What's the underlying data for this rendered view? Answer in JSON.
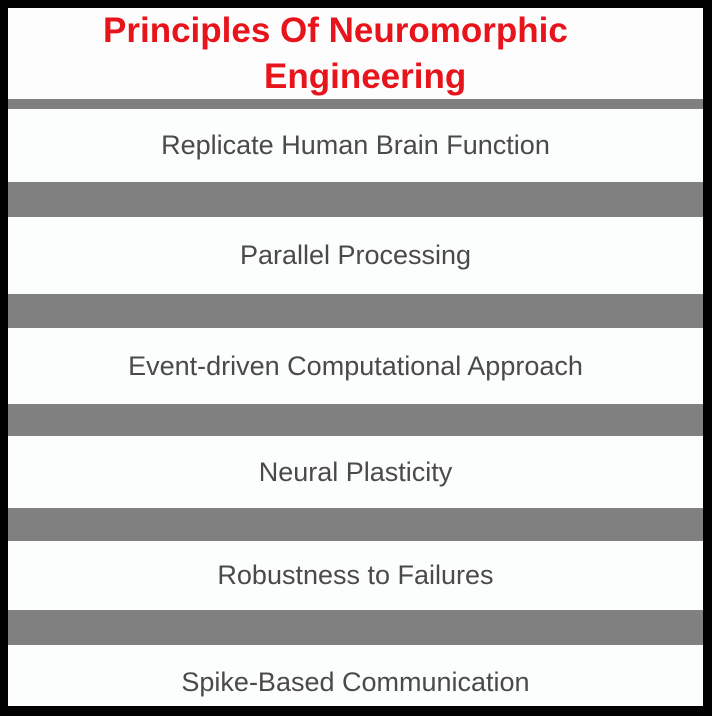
{
  "title": {
    "line1": "Principles Of Neuromorphic",
    "line2": "Engineering"
  },
  "principles": [
    "Replicate Human Brain Function",
    "Parallel Processing",
    "Event-driven Computational Approach",
    "Neural Plasticity",
    "Robustness to Failures",
    "Spike-Based Communication"
  ],
  "colors": {
    "title": "#e8141c",
    "bar": "#808080",
    "text": "#4a4a4a"
  }
}
